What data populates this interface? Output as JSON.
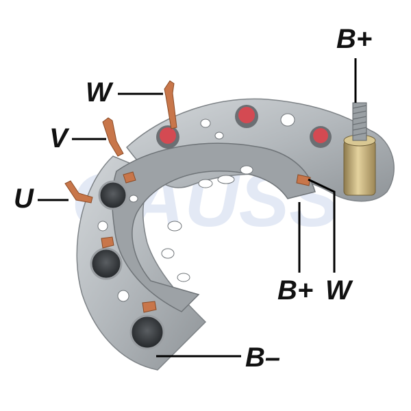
{
  "labels": {
    "b_plus_top": "B+",
    "w_top": "W",
    "v": "V",
    "u": "U",
    "b_plus_bottom": "B+",
    "w_bottom": "W",
    "b_minus": "B–"
  },
  "watermark": {
    "text": "GAUSS"
  },
  "colors": {
    "plate_metal": "#b8bcbf",
    "plate_edge": "#8b9094",
    "copper": "#c8764a",
    "diode_red": "#d44a52",
    "brass": "#c9b27a",
    "watermark": "#e3e9f5"
  }
}
